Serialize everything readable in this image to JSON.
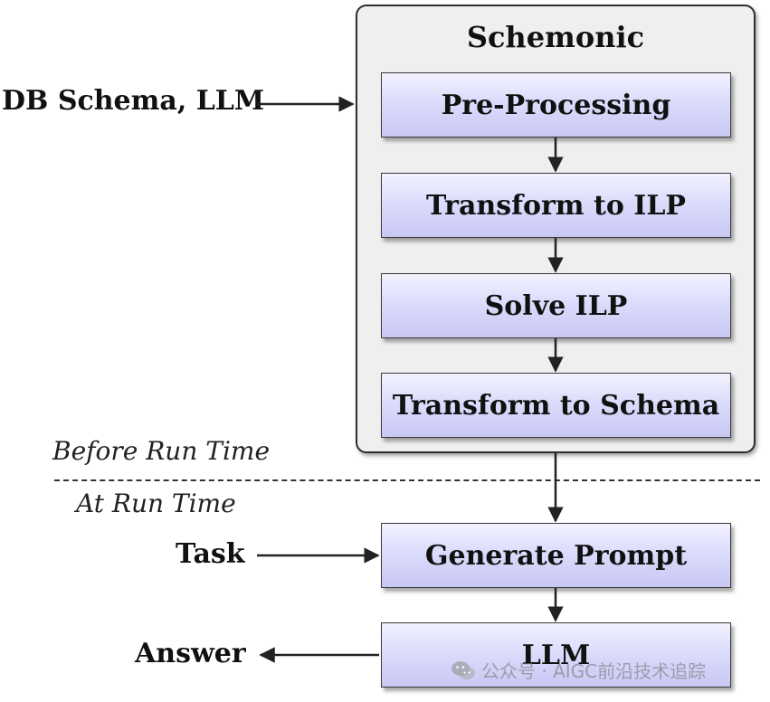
{
  "container": {
    "title": "Schemonic"
  },
  "steps": {
    "pre_processing": "Pre-Processing",
    "transform_to_ilp": "Transform to ILP",
    "solve_ilp": "Solve ILP",
    "transform_to_schema": "Transform to Schema",
    "generate_prompt": "Generate Prompt",
    "llm": "LLM"
  },
  "inputs": {
    "db_schema_llm": "DB Schema, LLM",
    "task": "Task"
  },
  "outputs": {
    "answer": "Answer"
  },
  "phases": {
    "before": "Before Run Time",
    "at": "At Run Time"
  },
  "watermark": {
    "text": "公众号 · AIGC前沿技术追踪",
    "icon": "wechat-icon"
  }
}
